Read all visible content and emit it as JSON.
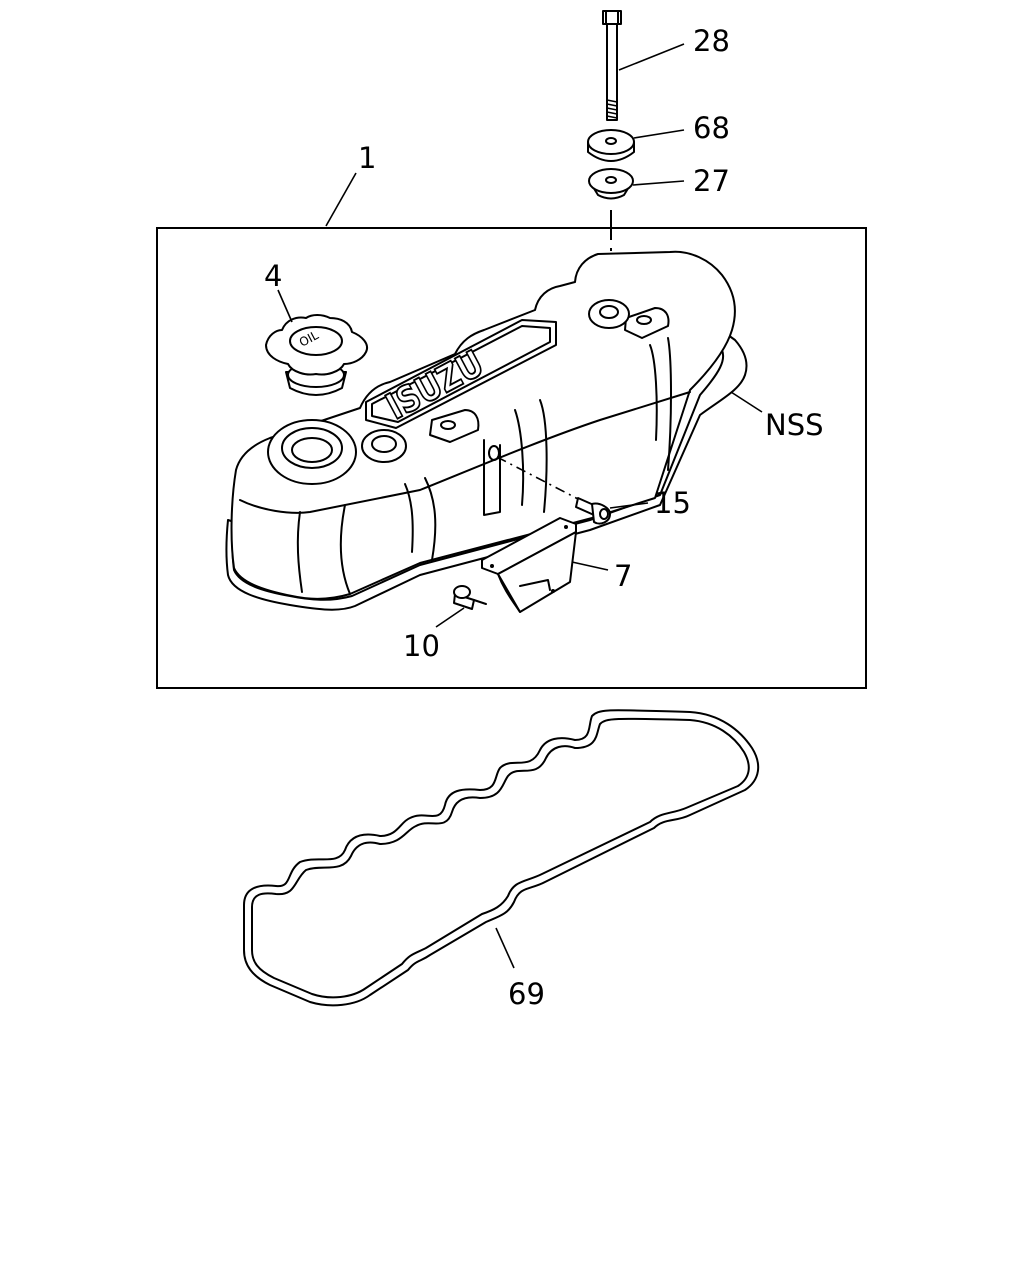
{
  "callouts": {
    "c1": "1",
    "c4": "4",
    "c28": "28",
    "c68": "68",
    "c27": "27",
    "nss": "NSS",
    "c15": "15",
    "c7": "7",
    "c10": "10",
    "c69": "69"
  },
  "embossed_logo": "ISUZU",
  "oil_cap_text": "OIL"
}
